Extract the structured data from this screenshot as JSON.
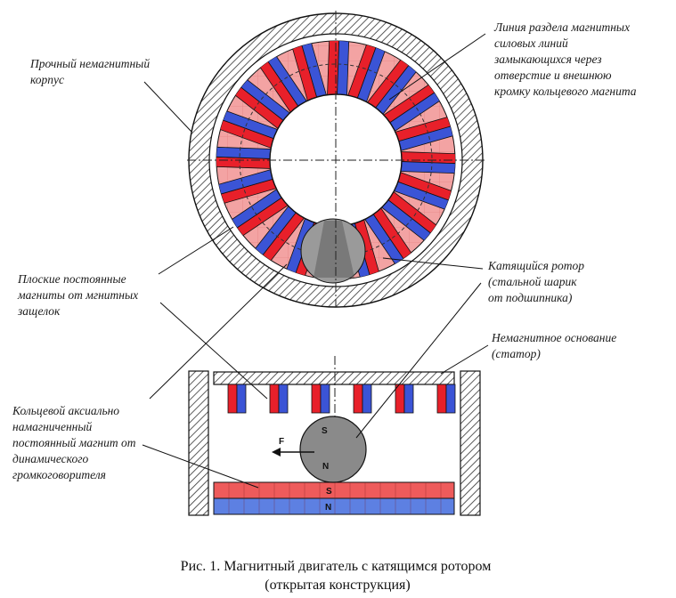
{
  "labels": {
    "housing": [
      "Прочный немагнитный",
      "корпус"
    ],
    "separation_line": [
      "Линия раздела магнитных",
      "силовых линий",
      "замыкающихся через",
      "отверстие и внешнюю",
      "кромку кольцевого магнита"
    ],
    "flat_magnets": [
      "Плоские постоянные",
      "магниты от мгнитных",
      "защелок"
    ],
    "rolling_rotor": [
      "Катящийся ротор",
      "(стальной шарик",
      "от подшипника)"
    ],
    "stator": [
      "Немагнитное основание",
      "(статор)"
    ],
    "ring_magnet": [
      "Кольцевой аксиально",
      "намагниченный",
      "постоянный магнит от",
      "динамического",
      "громкоговорителя"
    ]
  },
  "poles": {
    "south": "S",
    "north": "N",
    "force": "F"
  },
  "caption": [
    "Рис. 1. Магнитный двигатель с катящимся ротором",
    "(открытая конструкция)"
  ],
  "colors": {
    "red": "#e8202a",
    "blue": "#3b54d6",
    "pink": "#f28b8b",
    "ring_red": "#ee5555",
    "ring_blue": "#5b7fe0",
    "ball": "#8a8a8a",
    "ink": "#111111"
  }
}
